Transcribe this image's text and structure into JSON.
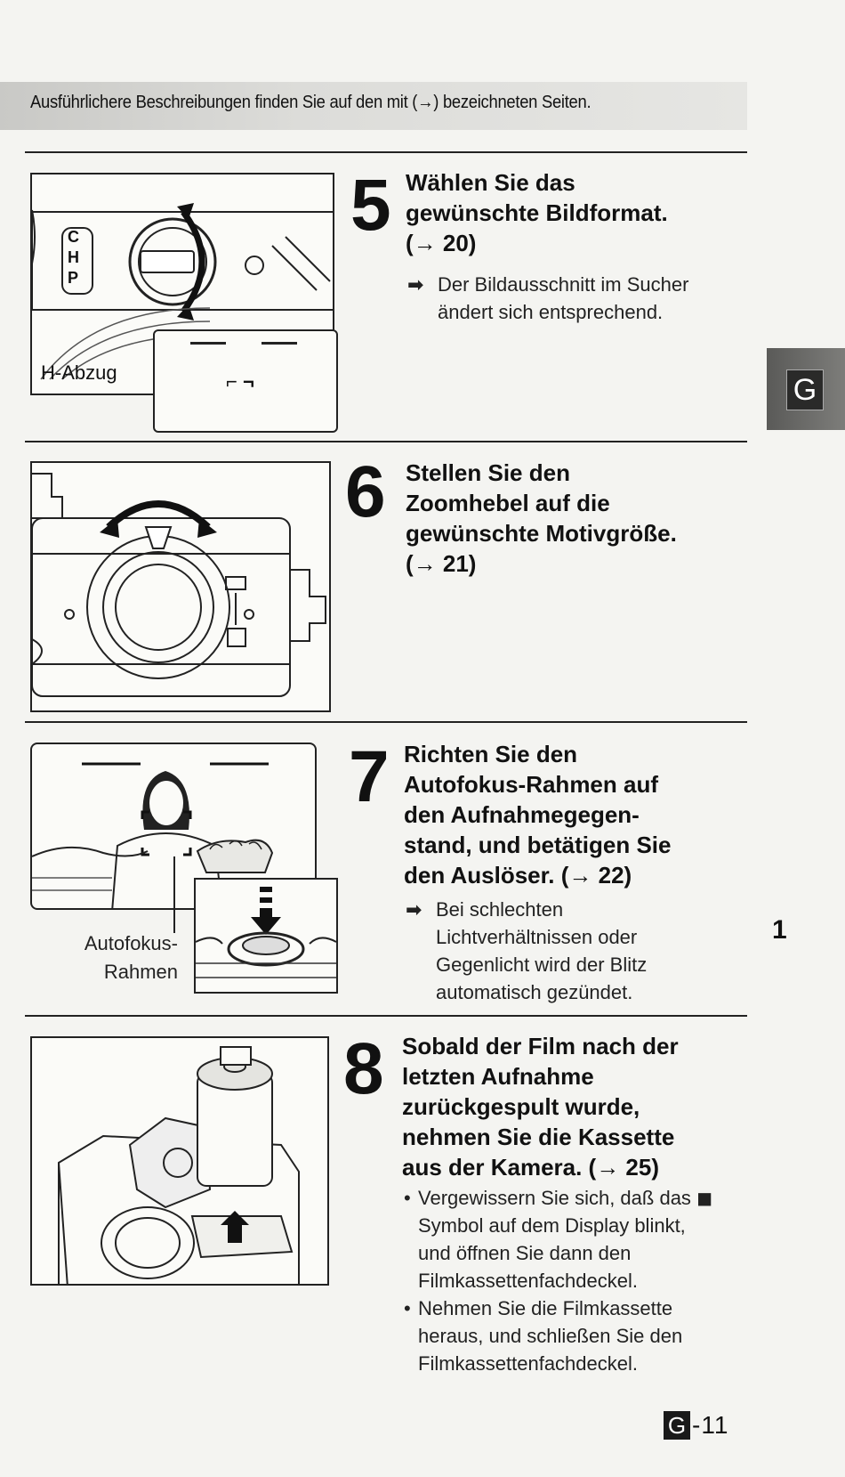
{
  "banner": {
    "text": "Ausführlichere Beschreibungen finden Sie auf den mit (→) bezeichneten Seiten."
  },
  "side_tab": {
    "letter": "G"
  },
  "chapter": {
    "number": "1"
  },
  "page": {
    "prefix": "G",
    "number": "-11"
  },
  "steps": [
    {
      "number": "5",
      "title_lines": [
        "Wählen Sie das",
        "gewünschte Bildformat.",
        "(→ 20)"
      ],
      "note": "Der Bildausschnitt im Sucher ändert sich entsprechend.",
      "illustration": {
        "caption": "H-Abzug",
        "mode_letters": [
          "C",
          "H",
          "P"
        ],
        "frame_symbol": "⌐ ¬"
      }
    },
    {
      "number": "6",
      "title_lines": [
        "Stellen Sie den",
        "Zoomhebel auf die",
        "gewünschte Motivgröße.",
        "(→ 21)"
      ]
    },
    {
      "number": "7",
      "title_lines": [
        "Richten Sie den",
        "Autofokus-Rahmen auf",
        "den Aufnahmegegen-",
        "stand, und betätigen Sie",
        "den Auslöser. (→ 22)"
      ],
      "note_lines": [
        "Bei schlechten",
        "Lichtverhältnissen oder",
        "Gegenlicht wird der Blitz",
        "automatisch gezündet."
      ],
      "illustration": {
        "caption_lines": [
          "Autofokus-",
          "Rahmen"
        ]
      }
    },
    {
      "number": "8",
      "title_lines": [
        "Sobald der Film nach der",
        "letzten Aufnahme",
        "zurückgespult wurde,",
        "nehmen Sie die Kassette",
        "aus der Kamera. (→ 25)"
      ],
      "bullets": [
        "Vergewissern Sie sich, daß das ◼ Symbol auf dem Display blinkt, und öffnen Sie dann den Filmkassettenfachdeckel.",
        "Nehmen Sie die Filmkassette heraus, und schließen Sie den Filmkassettenfachdeckel."
      ]
    }
  ],
  "icons": {
    "note_arrow": "➡",
    "film_symbol": "film-cartridge-icon"
  }
}
